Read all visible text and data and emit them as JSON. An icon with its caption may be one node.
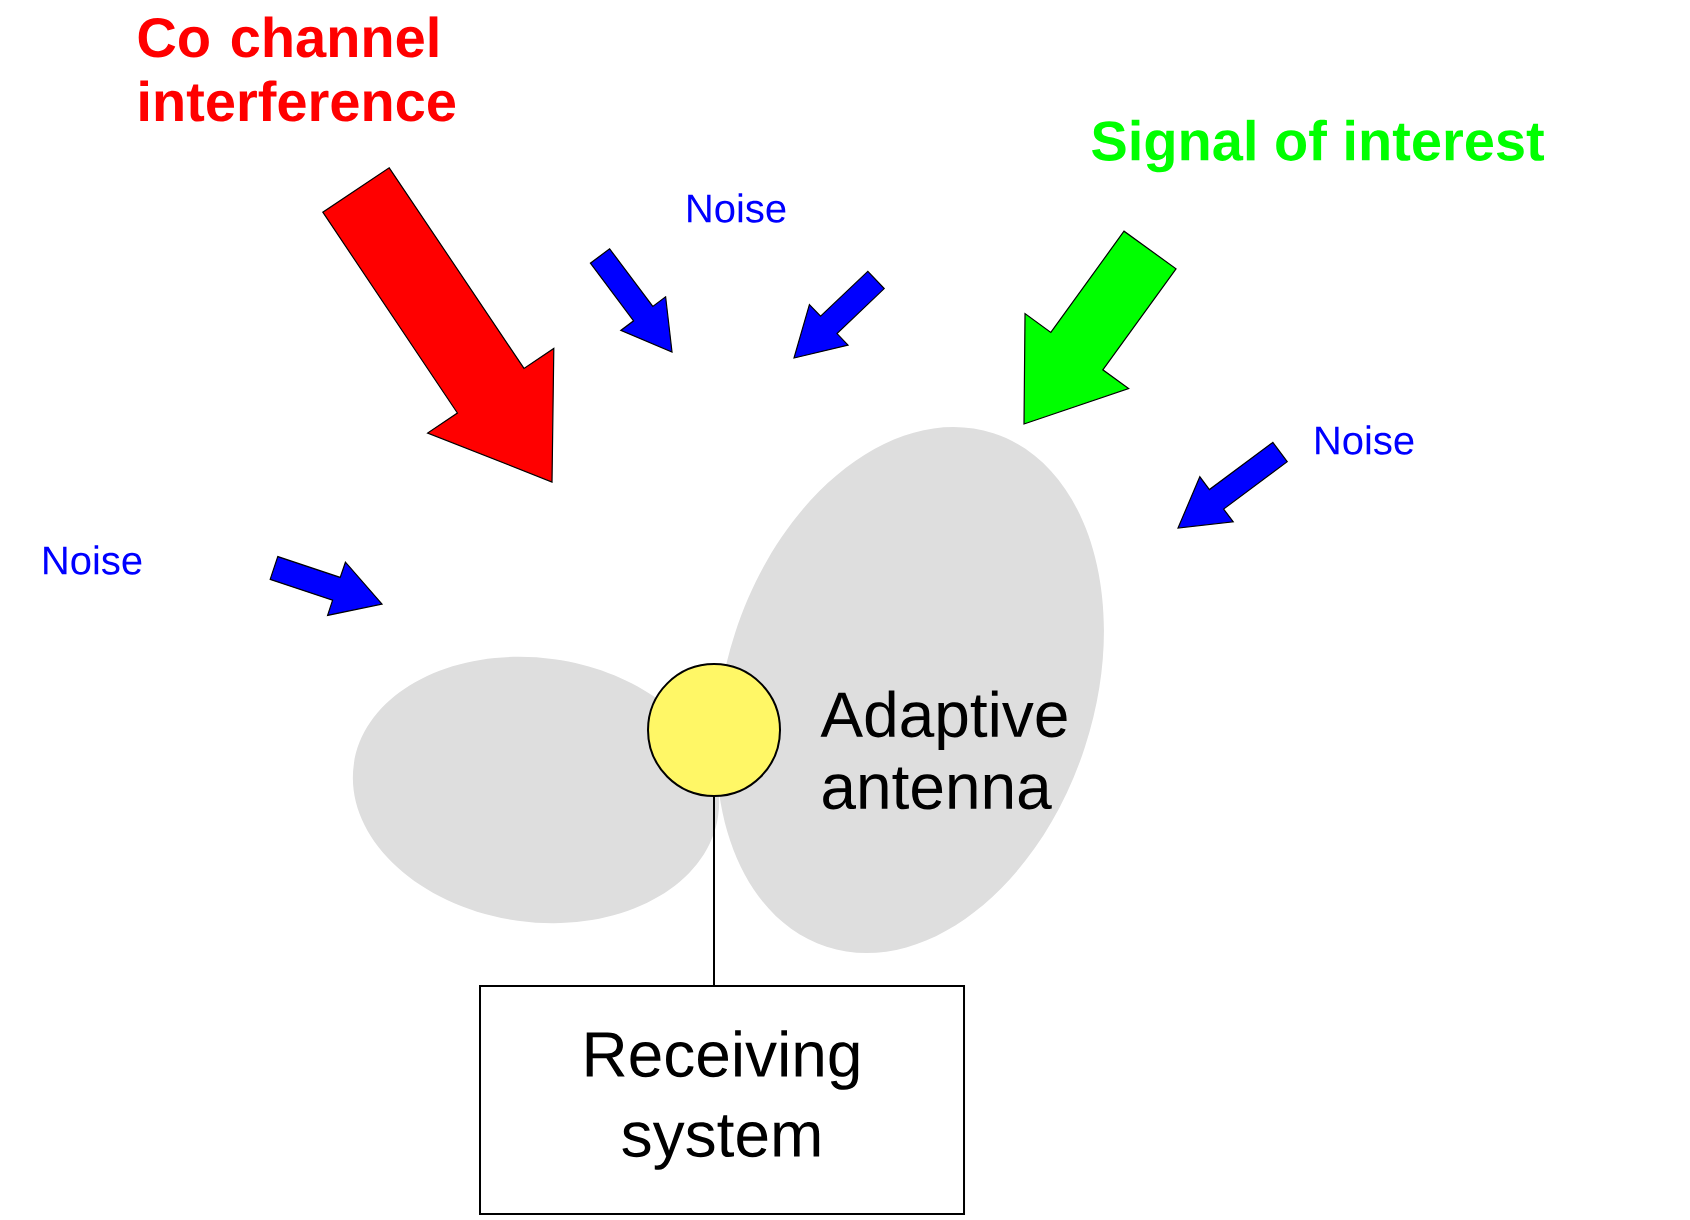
{
  "diagram": {
    "nodes": [
      {
        "text": [],
        "shape": "circle",
        "beside": [
          "Adaptive antenna"
        ]
      },
      {
        "text": [
          "Receiving system"
        ]
      }
    ],
    "edges": [
      {
        "from": 0,
        "to": 1,
        "arrow": "none"
      }
    ],
    "labels": [
      "Co channel interference",
      "Noise",
      "Signal of interest",
      "Noise",
      "Noise"
    ]
  }
}
